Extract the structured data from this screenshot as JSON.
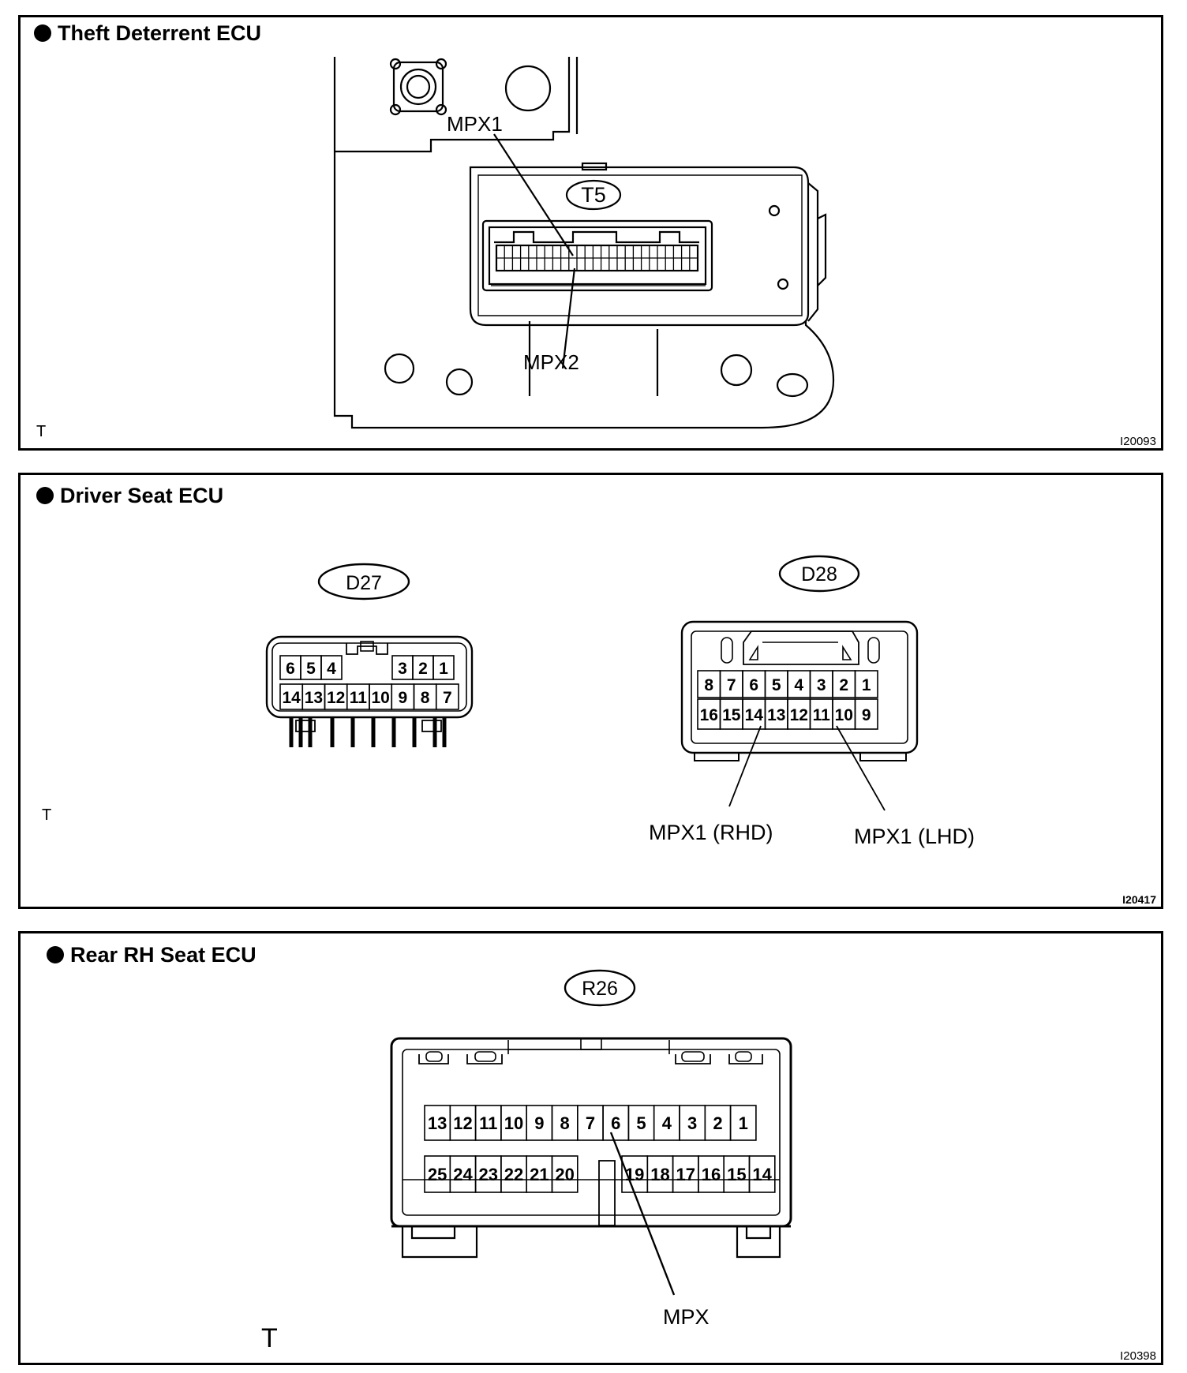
{
  "panels": [
    {
      "title": "Theft Deterrent ECU",
      "connector": "T5",
      "labels": {
        "mpx1": "MPX1",
        "mpx2": "MPX2"
      },
      "mark": "T",
      "ref": "I20093"
    },
    {
      "title": "Driver Seat ECU",
      "connectors": [
        {
          "id": "D27",
          "top_pins": [
            "6",
            "5",
            "4",
            "3",
            "2",
            "1"
          ],
          "bottom_pins": [
            "14",
            "13",
            "12",
            "11",
            "10",
            "9",
            "8",
            "7"
          ]
        },
        {
          "id": "D28",
          "top_pins": [
            "8",
            "7",
            "6",
            "5",
            "4",
            "3",
            "2",
            "1"
          ],
          "bottom_pins": [
            "16",
            "15",
            "14",
            "13",
            "12",
            "11",
            "10",
            "9"
          ]
        }
      ],
      "labels": {
        "rhd": "MPX1 (RHD)",
        "lhd": "MPX1 (LHD)"
      },
      "mark": "T",
      "ref": "I20417"
    },
    {
      "title": "Rear RH Seat ECU",
      "connector": "R26",
      "top_pins": [
        "13",
        "12",
        "11",
        "10",
        "9",
        "8",
        "7",
        "6",
        "5",
        "4",
        "3",
        "2",
        "1"
      ],
      "bottom_left_pins": [
        "25",
        "24",
        "23",
        "22",
        "21",
        "20"
      ],
      "bottom_right_pins": [
        "19",
        "18",
        "17",
        "16",
        "15",
        "14"
      ],
      "labels": {
        "mpx": "MPX"
      },
      "mark": "T",
      "ref": "I20398"
    }
  ]
}
